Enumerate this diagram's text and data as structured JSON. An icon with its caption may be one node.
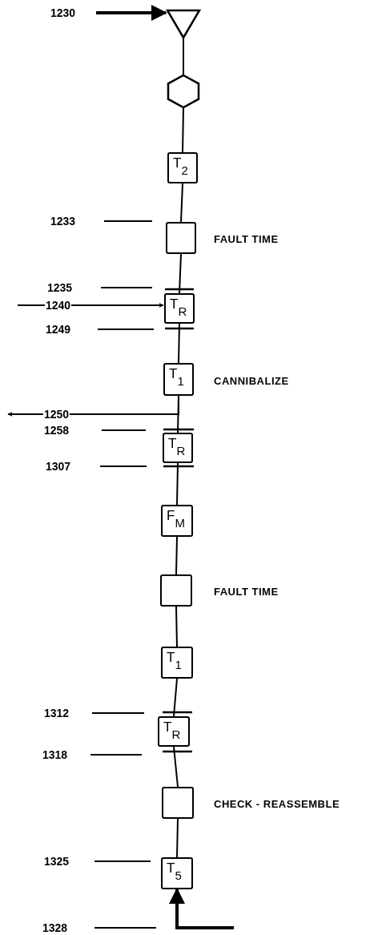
{
  "diagram": {
    "nodes": [
      {
        "text": [],
        "shape": "triangle"
      },
      {
        "text": [],
        "shape": "hexagon"
      },
      {
        "text": [
          "T$_{2}$"
        ]
      },
      {
        "text": [],
        "shape": "box",
        "beside": [
          "FAULT TIME"
        ]
      },
      {
        "text": [
          "T$_{R}$"
        ]
      },
      {
        "text": [
          "T$_{1}$"
        ],
        "beside": [
          "CANNIBALIZE"
        ]
      },
      {
        "text": [
          "T$_{R}$"
        ]
      },
      {
        "text": [
          "F$_{M}$"
        ]
      },
      {
        "text": [],
        "shape": "box",
        "beside": [
          "FAULT TIME"
        ]
      },
      {
        "text": [
          "T$_{1}$"
        ]
      },
      {
        "text": [
          "T$_{R}$"
        ]
      },
      {
        "text": [],
        "shape": "box",
        "beside": [
          "CHECK - REASSEMBLE"
        ]
      },
      {
        "text": [
          "T$_{5}$"
        ]
      }
    ],
    "edges": [
      {
        "from": 0,
        "to": 1,
        "arrow": "none"
      },
      {
        "from": 1,
        "to": 2,
        "arrow": "none"
      },
      {
        "from": 2,
        "to": 3,
        "arrow": "none"
      },
      {
        "from": 3,
        "to": 4,
        "arrow": "none"
      },
      {
        "from": 4,
        "to": 5,
        "arrow": "none"
      },
      {
        "from": 5,
        "to": 6,
        "arrow": "none"
      },
      {
        "from": 6,
        "to": 7,
        "arrow": "none"
      },
      {
        "from": 7,
        "to": 8,
        "arrow": "none"
      },
      {
        "from": 8,
        "to": 9,
        "arrow": "none"
      },
      {
        "from": 9,
        "to": 10,
        "arrow": "none"
      },
      {
        "from": 10,
        "to": 11,
        "arrow": "none"
      },
      {
        "from": 11,
        "to": 12,
        "arrow": "none"
      },
      {
        "from": null,
        "to": 0,
        "arrow": "to",
        "style": "thick"
      },
      {
        "from": null,
        "to": 4,
        "arrow": "to"
      },
      {
        "from": 5,
        "to": null,
        "arrow": "to"
      },
      {
        "from": null,
        "to": 12,
        "arrow": "to",
        "style": "thick"
      }
    ],
    "labels": [
      "1230",
      "1233",
      "1235",
      "1240",
      "1249",
      "1250",
      "1258",
      "1307",
      "1312",
      "1318",
      "1325",
      "1328"
    ]
  }
}
